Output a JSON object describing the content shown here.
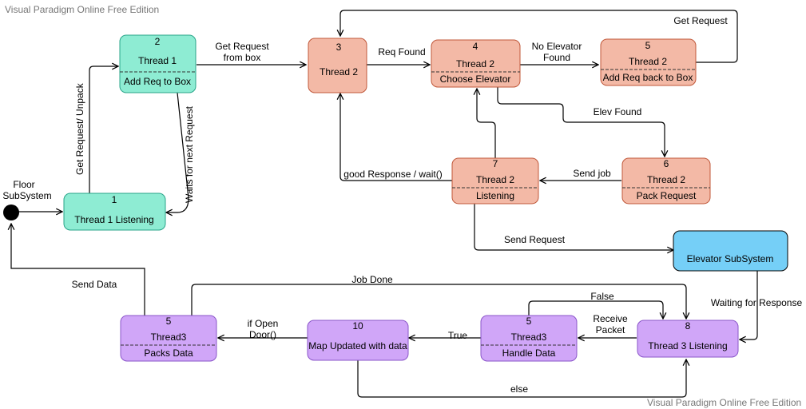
{
  "watermark": {
    "top": "Visual Paradigm Online Free Edition",
    "bottom": "Visual Paradigm Online Free Edition"
  },
  "colors": {
    "green": "#8eecd3",
    "orange": "#f3b9a6",
    "purple": "#d0a6f8",
    "blue": "#75cff7"
  },
  "initial": {
    "label_line1": "Floor",
    "label_line2": "SubSystem"
  },
  "states": {
    "s1": {
      "number": "1",
      "title": "Thread 1 Listening"
    },
    "s2": {
      "number": "2",
      "title": "Thread 1",
      "action": "Add Req to Box"
    },
    "s3": {
      "number": "3",
      "title": "Thread 2"
    },
    "s4": {
      "number": "4",
      "title": "Thread 2",
      "action": "Choose Elevator"
    },
    "s5a": {
      "number": "5",
      "title": "Thread 2",
      "action": "Add Req back to Box"
    },
    "s6": {
      "number": "6",
      "title": "Thread 2",
      "action": "Pack Request"
    },
    "s7": {
      "number": "7",
      "title": "Thread 2",
      "action": "Listening"
    },
    "elev": {
      "title": "Elevator SubSystem"
    },
    "s8": {
      "number": "8",
      "title": "Thread 3 Listening"
    },
    "s5b": {
      "number": "5",
      "title": "Thread3",
      "action": "Handle Data"
    },
    "s10": {
      "number": "10",
      "title": "Map Updated with data"
    },
    "s5c": {
      "number": "5",
      "title": "Thread3",
      "action": "Packs Data"
    }
  },
  "edges": {
    "get_req_unpack": "Get Request/ Unpack",
    "waits_next": "Waits for next Request",
    "get_req_box_1": "Get Request",
    "get_req_box_2": "from box",
    "req_found": "Req Found",
    "no_elev_1": "No Elevator",
    "no_elev_2": "Found",
    "get_request": "Get Request",
    "elev_found": "Elev Found",
    "send_job": "Send job",
    "good_response": "good Response / wait()",
    "send_request": "Send Request",
    "waiting_response": "Waiting for Response",
    "false": "False",
    "receive_packet_1": "Receive",
    "receive_packet_2": "Packet",
    "true": "True",
    "if_open_1": "if Open",
    "if_open_2": "Door()",
    "job_done": "Job Done",
    "send_data": "Send Data",
    "else": "else"
  }
}
